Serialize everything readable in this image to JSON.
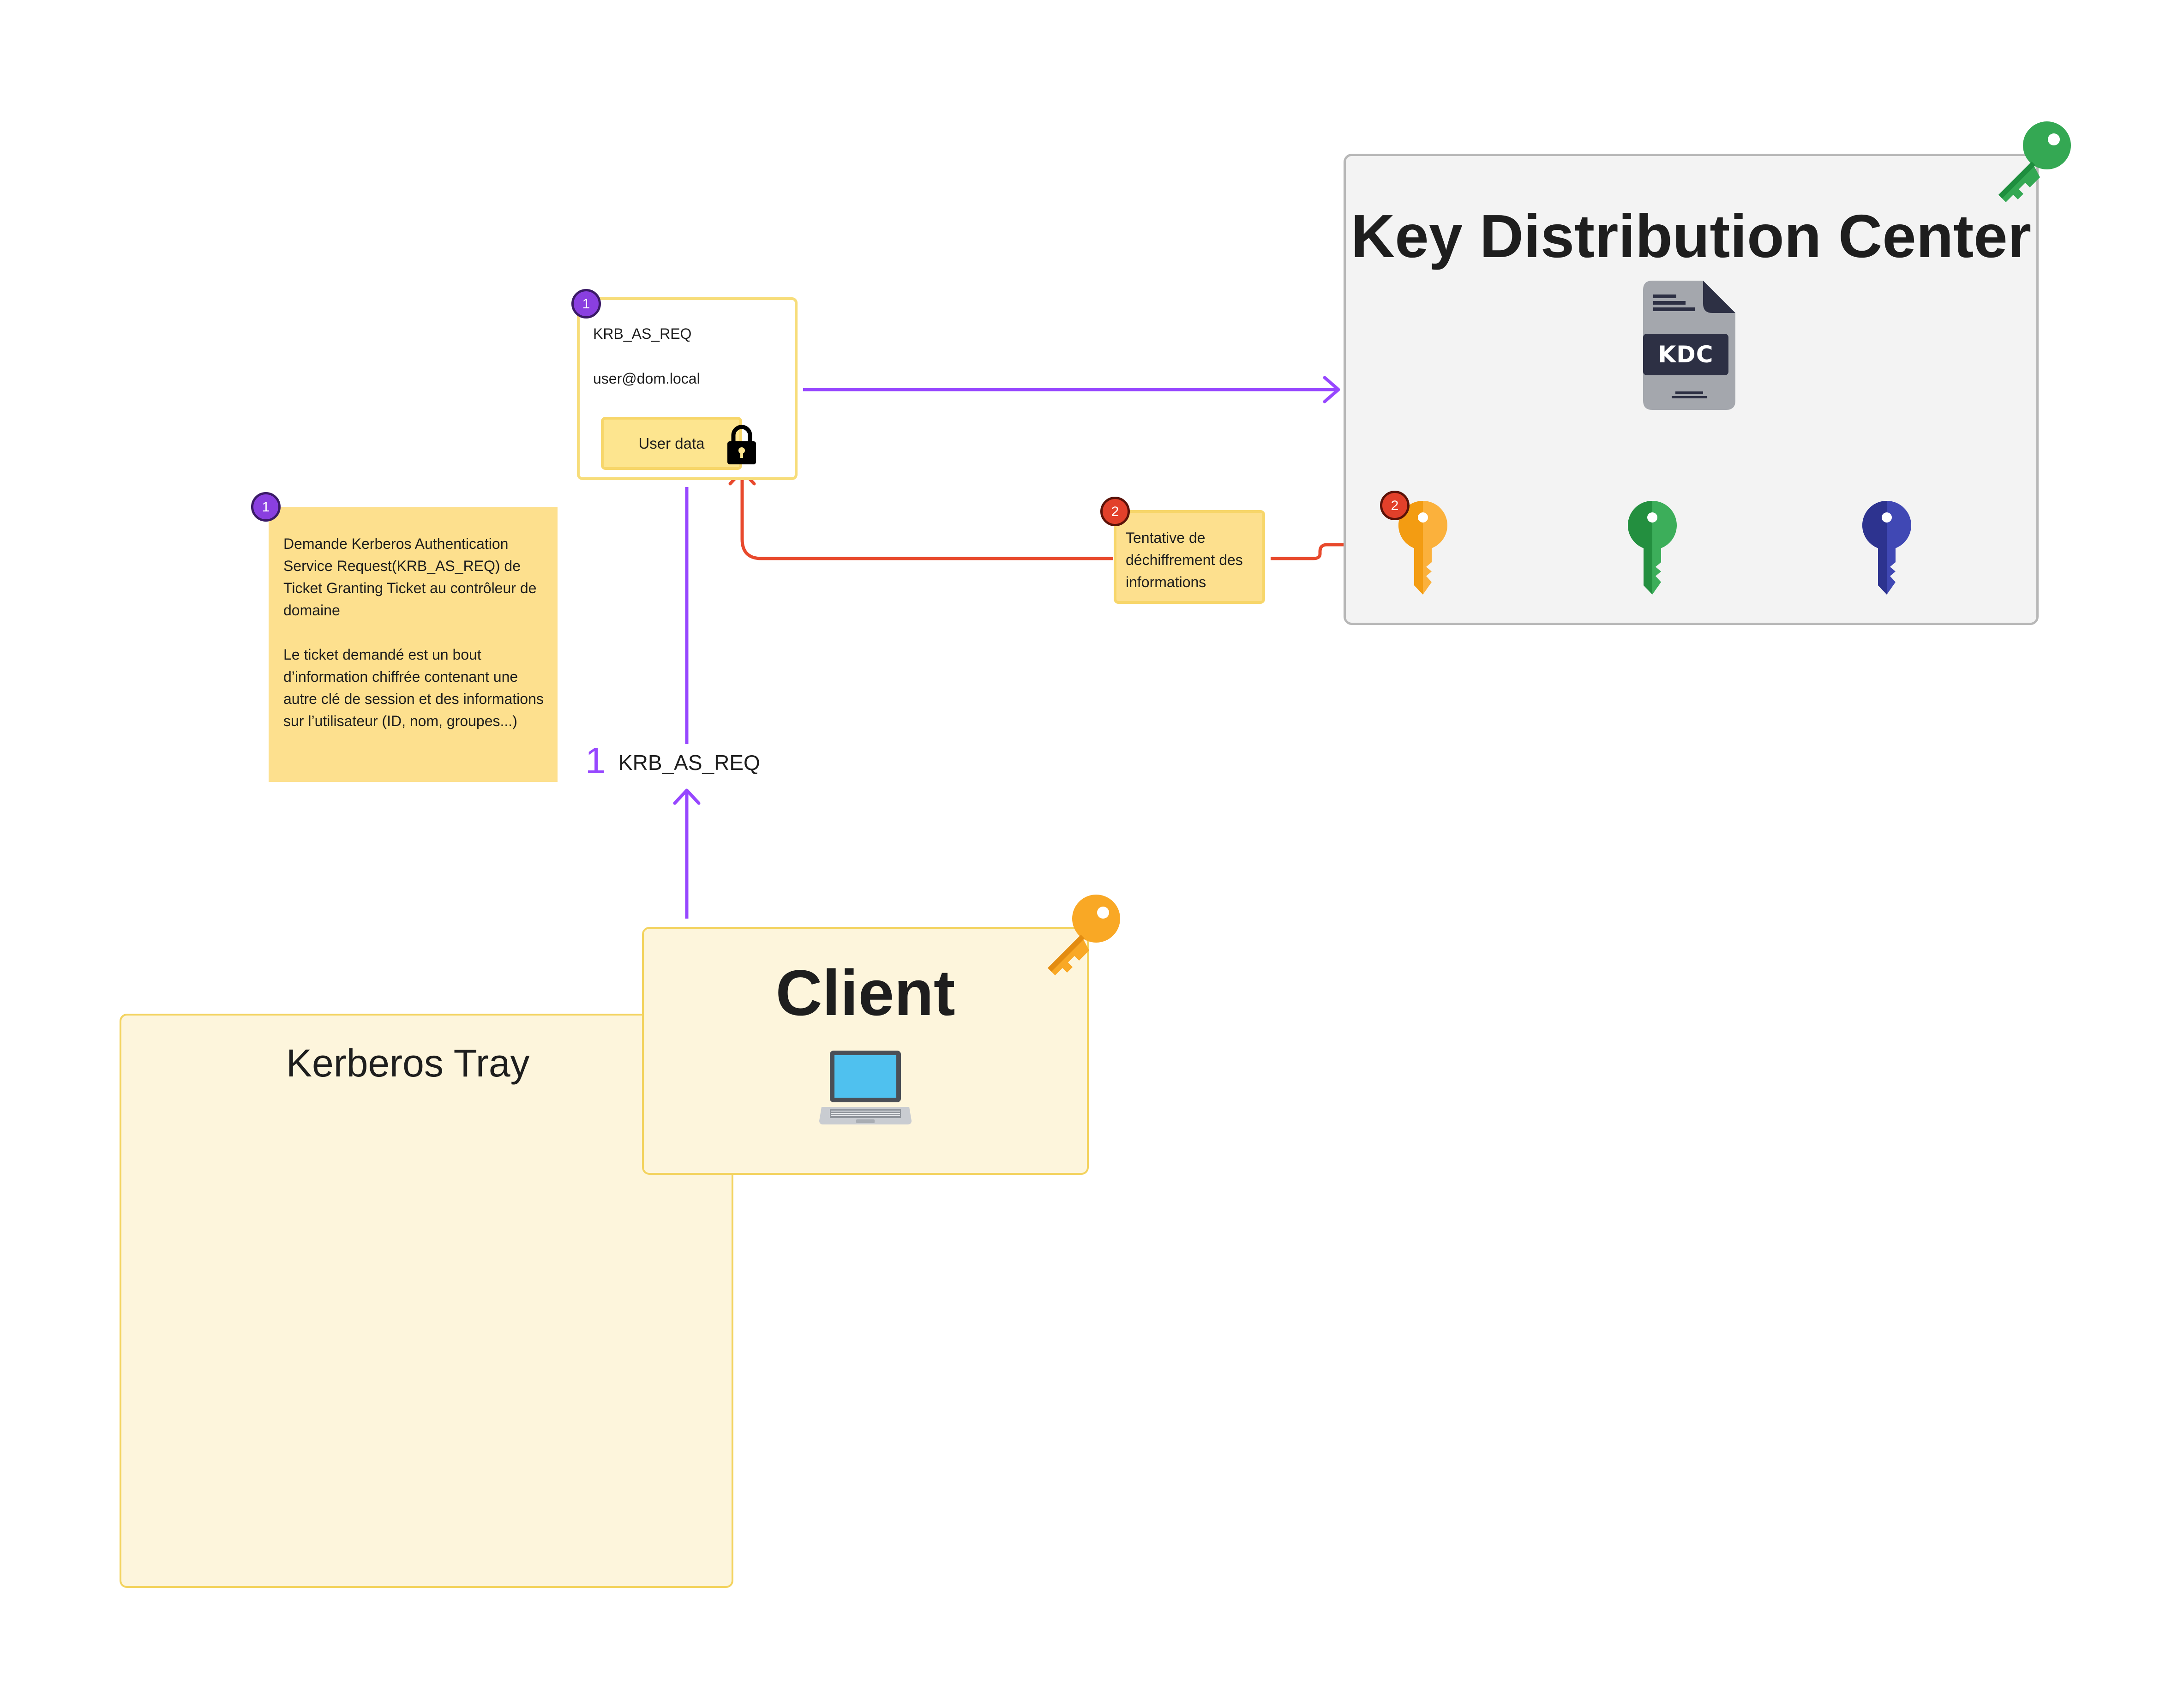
{
  "tray": {
    "title": "Kerberos Tray"
  },
  "client": {
    "title": "Client",
    "icons": [
      "laptop-icon",
      "orange-key-icon"
    ]
  },
  "kdc": {
    "title": "Key Distribution Center",
    "file_badge": "KDC",
    "icons": [
      "green-key-icon",
      "kdc-file-icon",
      "orange-key-icon",
      "green-key-icon",
      "blue-key-icon"
    ]
  },
  "message": {
    "badge": "1",
    "line1": "KRB_AS_REQ",
    "line2": "user@dom.local",
    "payload": "User data",
    "lock_icon": "lock-icon"
  },
  "note1": {
    "badge": "1",
    "para1": "Demande Kerberos Authentication Service Request(KRB_AS_REQ) de Ticket Granting Ticket au contrôleur de domaine",
    "para2": "Le ticket demandé est un bout d’information chiffrée contenant une autre clé de session et des informations sur l’utilisateur (ID, nom, groupes...)"
  },
  "note2": {
    "badge": "2",
    "text": "Tentative de déchiffrement des informations"
  },
  "key_badge": "2",
  "edge_label": {
    "number": "1",
    "text": "KRB_AS_REQ"
  },
  "colors": {
    "purple_arrow": "#9747ff",
    "red_arrow": "#e8492c",
    "sticky_yellow": "#fde08e",
    "tray_bg": "#fdf5dc",
    "kdc_bg": "#f3f3f3"
  }
}
